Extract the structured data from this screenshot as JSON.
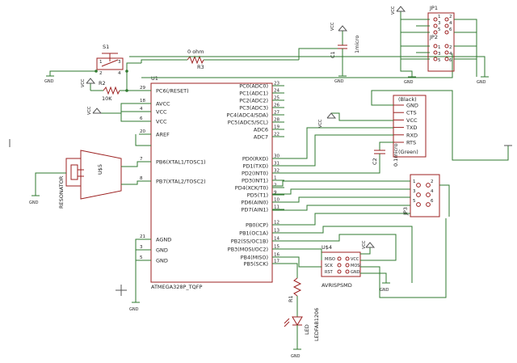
{
  "mcu": {
    "name": "U1",
    "value": "ATMEGA328P_TQFP",
    "left_pins": [
      {
        "num": "29",
        "label": "PC6(/RESET)"
      },
      {
        "num": "18",
        "label": "AVCC"
      },
      {
        "num": "4",
        "label": "VCC"
      },
      {
        "num": "6",
        "label": "VCC"
      },
      {
        "num": "20",
        "label": "AREF"
      },
      {
        "num": "7",
        "label": "PB6(XTAL1/TOSC1)"
      },
      {
        "num": "8",
        "label": "PB7(XTAL2/TOSC2)"
      },
      {
        "num": "21",
        "label": "AGND"
      },
      {
        "num": "3",
        "label": "GND"
      },
      {
        "num": "5",
        "label": "GND"
      }
    ],
    "right_pins": [
      {
        "num": "23",
        "label": "PC0(ADC0)"
      },
      {
        "num": "24",
        "label": "PC1(ADC1)"
      },
      {
        "num": "25",
        "label": "PC2(ADC2)"
      },
      {
        "num": "26",
        "label": "PC3(ADC3)"
      },
      {
        "num": "27",
        "label": "PC4(ADC4/SDA)"
      },
      {
        "num": "28",
        "label": "PC5(ADC5/SCL)"
      },
      {
        "num": "19",
        "label": "ADC6"
      },
      {
        "num": "22",
        "label": "ADC7"
      },
      {
        "num": "30",
        "label": "PD0(RXD)"
      },
      {
        "num": "31",
        "label": "PD1(TXD)"
      },
      {
        "num": "32",
        "label": "PD2(INT0)"
      },
      {
        "num": "1",
        "label": "PD3(INT1)"
      },
      {
        "num": "2",
        "label": "PD4(XCK/T0)"
      },
      {
        "num": "9",
        "label": "PD5(T1)"
      },
      {
        "num": "10",
        "label": "PD6(AIN0)"
      },
      {
        "num": "11",
        "label": "PD7(AIN1)"
      },
      {
        "num": "12",
        "label": "PB0(ICP)"
      },
      {
        "num": "13",
        "label": "PB1(OC1A)"
      },
      {
        "num": "14",
        "label": "PB2(SS/OC1B)"
      },
      {
        "num": "15",
        "label": "PB3(MOSI/OC2)"
      },
      {
        "num": "16",
        "label": "PB4(MISO)"
      },
      {
        "num": "17",
        "label": "PB5(SCK)"
      }
    ]
  },
  "labels": {
    "s1": "S1",
    "r2": "R2",
    "r2_value": "10K",
    "r3": "R3",
    "r3_value": "0 ohm",
    "c1": "C1",
    "c1_value": "1micro",
    "c2": "C2",
    "c2_value": "0.1micro",
    "vcc": "VCC",
    "gnd": "GND",
    "jp1": "JP1",
    "jp2": "JP2",
    "jp3": "JP3",
    "u5": "U$5",
    "resonator": "RESONATOR",
    "u4": "U$4",
    "avrisp": "AVRISPSMD",
    "r1": "R1",
    "led": "LEDFAB1206",
    "led_ref": "LED",
    "ftdi_black": "(Black)",
    "ftdi_green": "(Green)",
    "ftdi_pins": [
      "GND",
      "CTS",
      "VCC",
      "TXD",
      "RXD",
      "RTS"
    ],
    "isp_left": [
      "MISO",
      "SCK",
      "RST"
    ],
    "isp_right": [
      "VCC",
      "MOSI",
      "GND"
    ],
    "jp3_pins": [
      "1",
      "2",
      "3",
      "4",
      "5",
      "6"
    ]
  },
  "colors": {
    "wire": "#2f7a2f",
    "part": "#9c2020",
    "text": "#222222"
  }
}
